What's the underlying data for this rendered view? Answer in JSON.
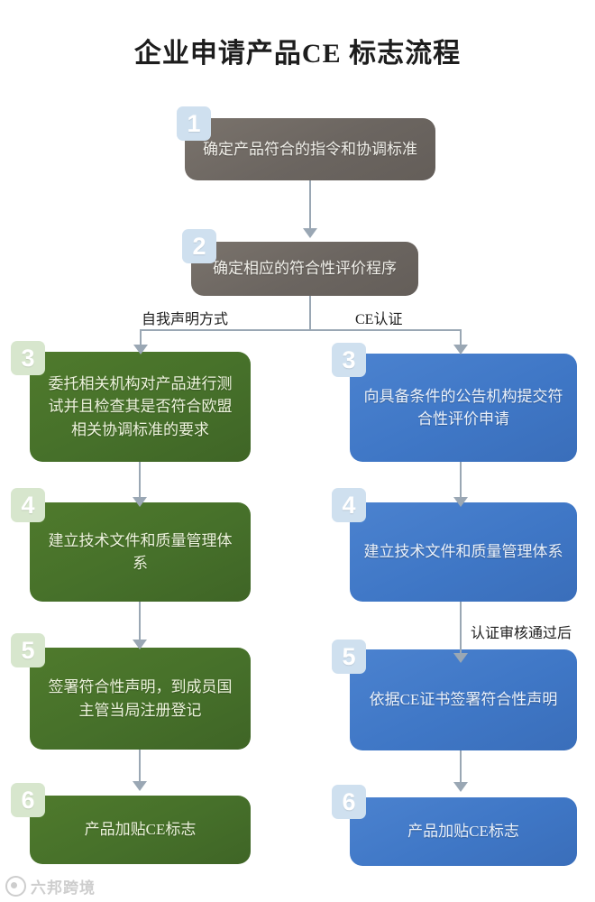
{
  "page": {
    "title": "企业申请产品CE 标志流程",
    "background_color": "#ffffff"
  },
  "colors": {
    "gray_node": "#6b6560",
    "green_node": "#46702a",
    "blue_node": "#3f77c6",
    "connector": "#9aa7b4",
    "badge_blue": "#cfe0ef",
    "badge_green": "#d7e6cd",
    "title_text": "#1d1d1d"
  },
  "flow": {
    "shared_nodes": [
      {
        "step": "1",
        "badge": "1",
        "text": "确定产品符合的指令和协调标准",
        "color": "gray"
      },
      {
        "step": "2",
        "badge": "2",
        "text": "确定相应的符合性评价程序",
        "color": "gray"
      }
    ],
    "branch_labels": {
      "left": "自我声明方式",
      "right": "CE认证",
      "right_mid": "认证审核通过后"
    },
    "left_branch": {
      "name": "自我声明方式",
      "color": "green",
      "nodes": [
        {
          "step": "3",
          "badge": "3",
          "text": "委托相关机构对产品进行测试并且检查其是否符合欧盟相关协调标准的要求"
        },
        {
          "step": "4",
          "badge": "4",
          "text": "建立技术文件和质量管理体系"
        },
        {
          "step": "5",
          "badge": "5",
          "text": "签署符合性声明，到成员国主管当局注册登记"
        },
        {
          "step": "6",
          "badge": "6",
          "text": "产品加贴CE标志"
        }
      ]
    },
    "right_branch": {
      "name": "CE认证",
      "color": "blue",
      "nodes": [
        {
          "step": "3",
          "badge": "3",
          "text": "向具备条件的公告机构提交符合性评价申请"
        },
        {
          "step": "4",
          "badge": "4",
          "text": "建立技术文件和质量管理体系"
        },
        {
          "step": "5",
          "badge": "5",
          "text": "依据CE证书签署符合性声明"
        },
        {
          "step": "6",
          "badge": "6",
          "text": "产品加贴CE标志"
        }
      ]
    }
  },
  "watermark": {
    "icon": "camera-icon",
    "text": "六邦跨境"
  }
}
